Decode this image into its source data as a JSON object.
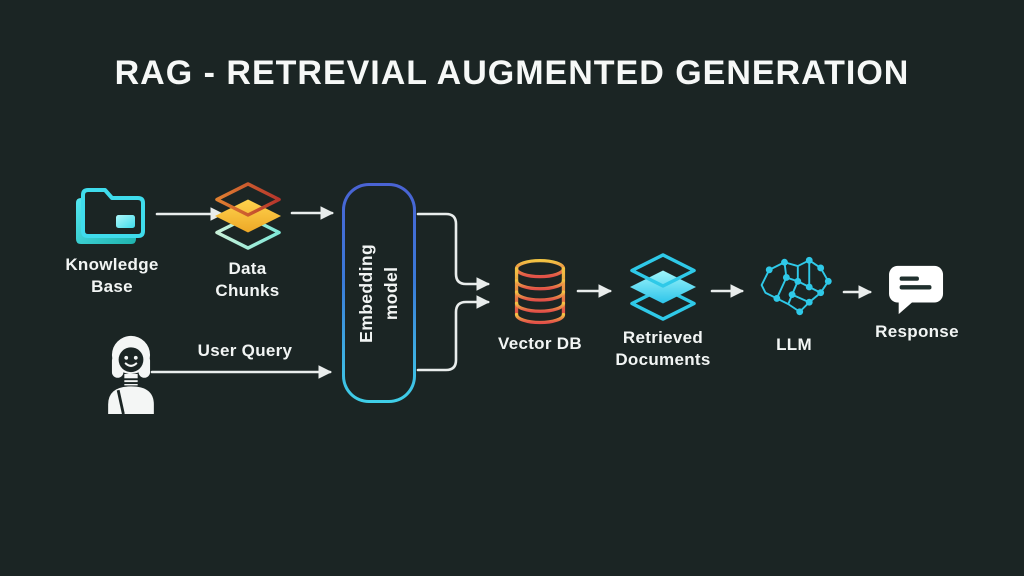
{
  "title": "RAG - RETREVIAL AUGMENTED GENERATION",
  "colors": {
    "background": "#1b2524",
    "arrow": "#e9edec",
    "text": "#f2f5f4",
    "cyan_accent": "#2fc9e8",
    "folder_gradient": [
      "#55e8f2",
      "#1fb3ae"
    ],
    "chunks_top_outline": [
      "#e08030",
      "#b5342c"
    ],
    "chunks_middle_fill": [
      "#ffd34d",
      "#eda827"
    ],
    "chunks_bottom_outline": [
      "#c8f0d8",
      "#7fe8d8"
    ],
    "embedding_border": [
      "#4a63d4",
      "#3fd0e8"
    ],
    "vector_db_gradient": [
      "#f2c443",
      "#e25048"
    ],
    "retrieved_middle_fill": [
      "#9ff5fa",
      "#2cc4ea"
    ],
    "response_bubble": "#ffffff"
  },
  "nodes": {
    "knowledge_base": {
      "label": "Knowledge\nBase",
      "icon": "folder-stack-icon"
    },
    "data_chunks": {
      "label": "Data\nChunks",
      "icon": "layers-icon"
    },
    "embedding_model": {
      "label": "Embedding\nmodel"
    },
    "user": {
      "icon": "person-icon"
    },
    "vector_db": {
      "label": "Vector DB",
      "icon": "database-icon"
    },
    "retrieved_documents": {
      "label": "Retrieved\nDocuments",
      "icon": "layers-icon"
    },
    "llm": {
      "label": "LLM",
      "icon": "brain-network-icon"
    },
    "response": {
      "label": "Response",
      "icon": "speech-bubble-icon"
    }
  },
  "edges": {
    "user_query_label": "User Query"
  }
}
